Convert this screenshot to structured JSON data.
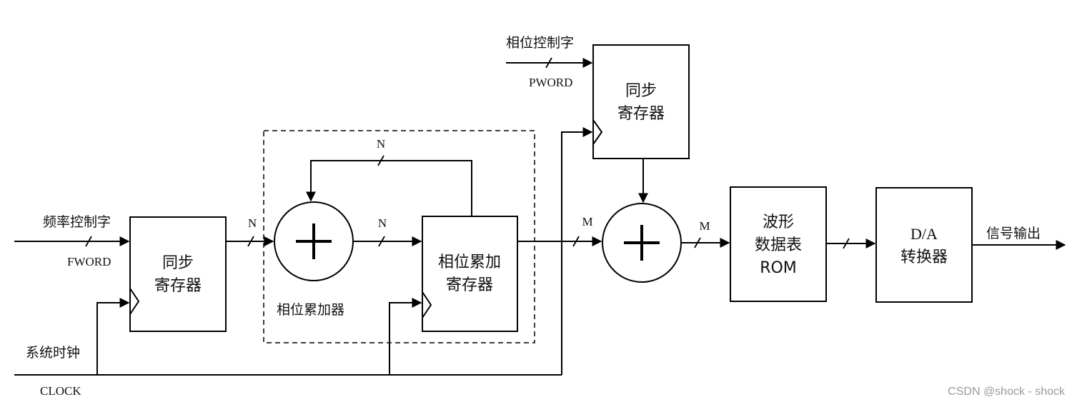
{
  "inputs": {
    "freq_label": "频率控制字",
    "freq_signal": "FWORD",
    "phase_label": "相位控制字",
    "phase_signal": "PWORD",
    "clock_label": "系统时钟",
    "clock_signal": "CLOCK"
  },
  "blocks": {
    "sync_reg_1": [
      "同步",
      "寄存器"
    ],
    "sync_reg_2": [
      "同步",
      "寄存器"
    ],
    "phase_acc_reg": [
      "相位累加",
      "寄存器"
    ],
    "waveform_rom": [
      "波形",
      "数据表",
      "ROM"
    ],
    "dac": [
      "D/A",
      "转换器"
    ]
  },
  "accumulator_label": "相位累加器",
  "widths": {
    "n_input": "N",
    "n_feedback": "N",
    "n_sum": "N",
    "m_out": "M",
    "m_sum": "M"
  },
  "adder_symbol": "+",
  "output_label": "信号输出",
  "watermark": "CSDN @shock - shock"
}
